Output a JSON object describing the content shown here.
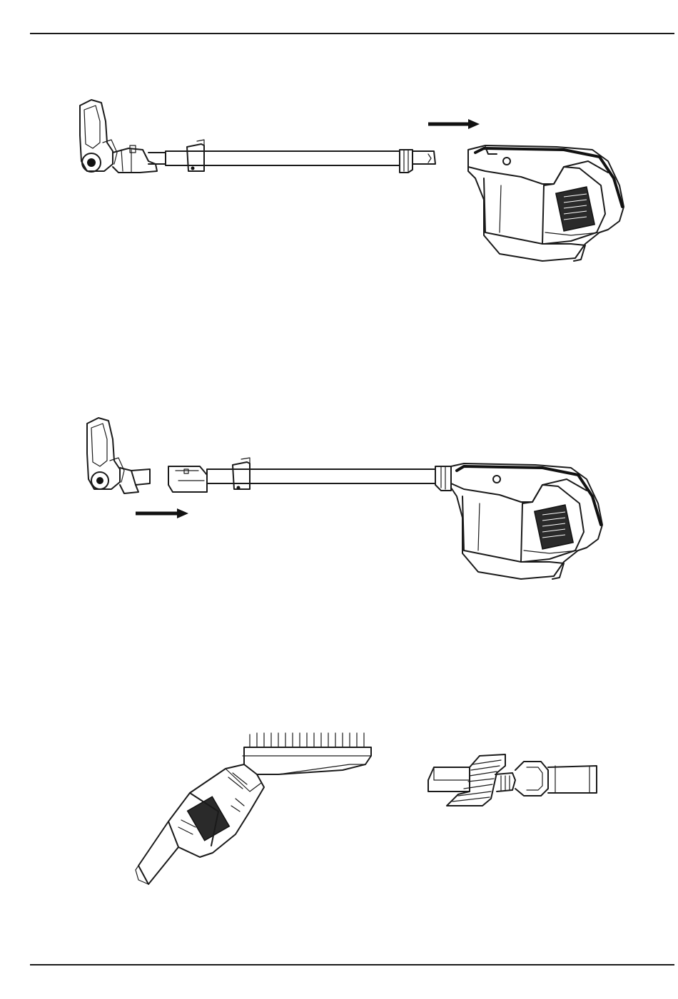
{
  "document": {
    "header_rule": "solid",
    "footer_rule": "solid"
  },
  "figures": [
    {
      "id": "fig1",
      "icon": "vacuum-assembly-step-1-illustration",
      "arrow": "right-arrow-icon"
    },
    {
      "id": "fig2",
      "icon": "vacuum-assembly-step-2-illustration",
      "arrow": "right-arrow-icon"
    },
    {
      "id": "fig3a",
      "icon": "brush-tool-illustration"
    },
    {
      "id": "fig3b",
      "icon": "crevice-tool-illustration"
    }
  ]
}
